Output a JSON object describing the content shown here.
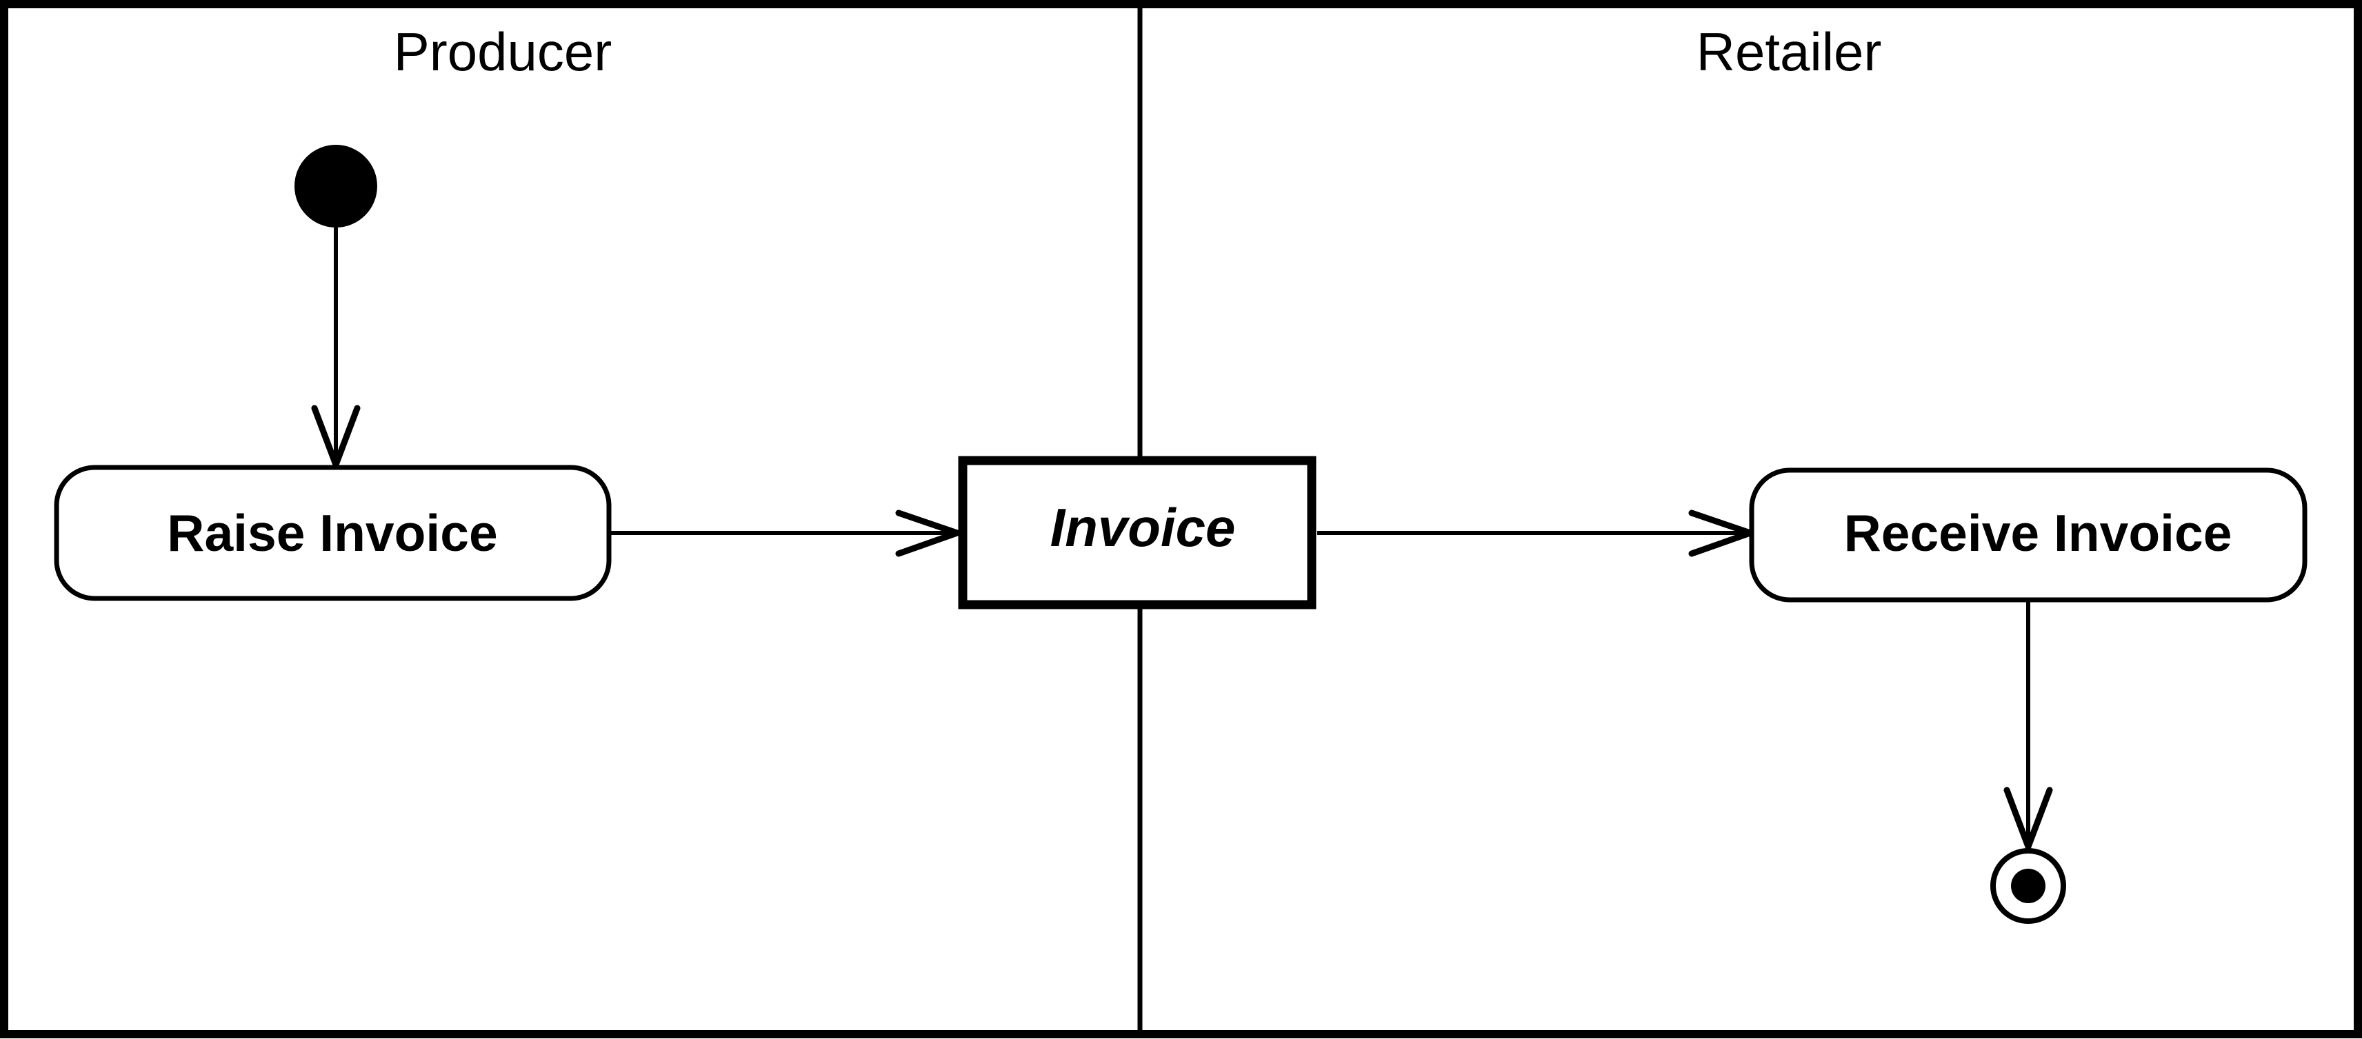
{
  "diagram": {
    "type": "uml-activity-swimlane-diagram",
    "colors": {
      "background": "#ffffff",
      "stroke": "#000000",
      "fill": "#ffffff"
    },
    "lanes": [
      {
        "label": "Producer"
      },
      {
        "label": "Retailer"
      }
    ],
    "nodes": {
      "initial": {
        "kind": "initial-node"
      },
      "raise_invoice": {
        "kind": "action",
        "label": "Raise Invoice"
      },
      "invoice_object": {
        "kind": "object",
        "label": "Invoice"
      },
      "receive_invoice": {
        "kind": "action",
        "label": "Receive Invoice"
      },
      "final": {
        "kind": "activity-final-node"
      }
    },
    "edges": [
      {
        "from": "initial",
        "to": "raise_invoice"
      },
      {
        "from": "raise_invoice",
        "to": "invoice_object"
      },
      {
        "from": "invoice_object",
        "to": "receive_invoice"
      },
      {
        "from": "receive_invoice",
        "to": "final"
      }
    ]
  }
}
